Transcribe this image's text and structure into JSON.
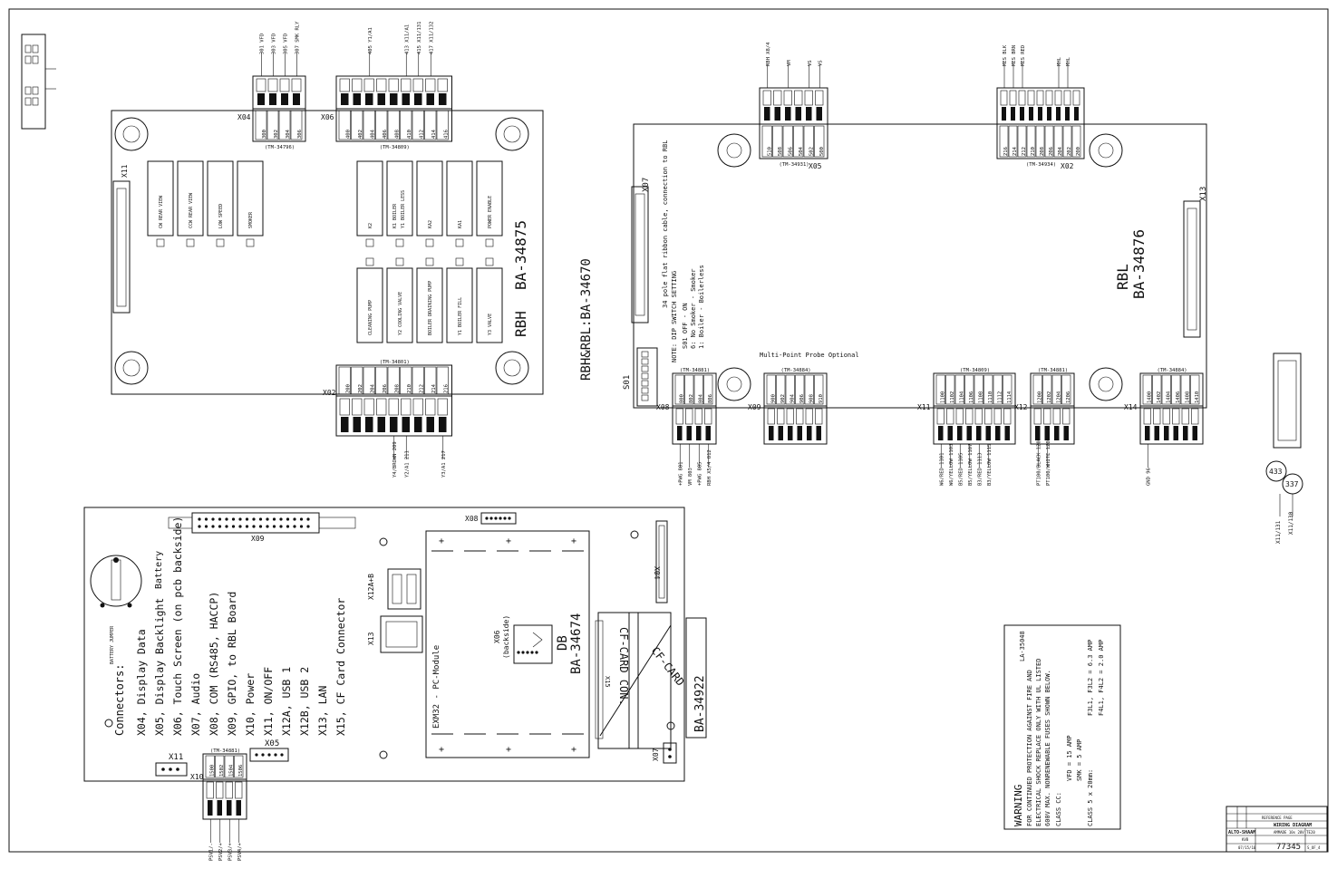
{
  "rbh": {
    "title": "RBH",
    "part": "BA-34875",
    "x04_pins": [
      "300",
      "302",
      "304",
      "306"
    ],
    "x04_signals": [
      "301",
      "303",
      "305",
      "307"
    ],
    "x04_labels": [
      "VFD",
      "VFD",
      "VFD",
      "SMK RLY"
    ],
    "x04_caption": "(TM-34796)",
    "x04_id": "X04",
    "x06_pins": [
      "400",
      "402",
      "404",
      "406",
      "408",
      "410",
      "412",
      "414",
      "416"
    ],
    "x06_signals": [
      "405",
      "413",
      "415",
      "417"
    ],
    "x06_labels": [
      "Y1/A1",
      "X11/A1",
      "X11/131",
      "X11/132"
    ],
    "x06_caption": "(TM-34809)",
    "x06_id": "X06",
    "x11_id": "X11",
    "relays_top": [
      "CW REAR VIEW",
      "CCW REAR VIEW",
      "LOW SPEED",
      "SMOKER",
      "K2",
      "K1 BOILER",
      "Y1 BOILER LESS",
      "KA2",
      "KA1",
      "POWER ENABLE"
    ],
    "relays_bottom": [
      "CLEANING PUMP",
      "Y2 COOLING VALVE",
      "BOILER DRAINING PUMP",
      "Y1 BOILER FILL",
      "Y3 VALVE"
    ],
    "x02_caption": "(TM-34801)",
    "x02_id": "X02",
    "x02_pins": [
      "200",
      "202",
      "204",
      "206",
      "208",
      "210",
      "212",
      "214",
      "216"
    ],
    "x02_signals": [
      "Y4/BROWN 209",
      "Y2/A1 211",
      "Y3/A1 217"
    ]
  },
  "cable_note": "RBH&RBL:BA-34670",
  "rbl": {
    "title": "RBL",
    "part": "BA-34876",
    "x05_id": "X05",
    "x05_caption": "(TM-34931)",
    "x05_pins": [
      "510",
      "508",
      "506",
      "504",
      "502",
      "500"
    ],
    "x05_labels": [
      "RBH X8/4",
      "VM",
      "VS",
      "VS"
    ],
    "x02_id": "X02",
    "x02_caption": "(TM-34934)",
    "x02_pins": [
      "216",
      "214",
      "212",
      "210",
      "208",
      "206",
      "204",
      "202",
      "200"
    ],
    "x02_labels": [
      "MES BLK",
      "MES BRN",
      "MES RED",
      "MHL",
      "MHL"
    ],
    "x07_id": "X07",
    "x13_id": "X13",
    "ribbon_note": "34 pole flat ribbon cable, connection to RBL",
    "dip_note": "NOTE: DIP SWITCH SETTING",
    "dip_lines": [
      "S01 OFF - ON",
      "6: No Smoker - Smoker",
      "1: Boiler - Boilerless"
    ],
    "s01_id": "S01",
    "probe_note": "Multi-Point Probe Optional",
    "bottom_connectors": [
      {
        "id": "X08",
        "caption": "(TM-34881)",
        "pins": [
          "800",
          "802",
          "804",
          "806"
        ],
        "labels": [
          "801",
          "803",
          "805",
          "812"
        ],
        "wires": [
          "+PWG",
          "VM",
          "+PWG",
          "RBH X5/4"
        ]
      },
      {
        "id": "X09",
        "caption": "(TM-34884)",
        "pins": [
          "900",
          "902",
          "904",
          "906",
          "908",
          "910"
        ],
        "labels": [],
        "wires": []
      },
      {
        "id": "X11",
        "caption": "(TM-34809)",
        "pins": [
          "1100",
          "1102",
          "1104",
          "1106",
          "1108",
          "1110",
          "1112",
          "1114"
        ],
        "labels": [
          "1101",
          "1103",
          "1105",
          "1107",
          "1113",
          "1115"
        ],
        "wires": [
          "W6/RED",
          "W6/YELLOW",
          "B5/RED",
          "B5/YELLOW",
          "B3/RED",
          "B3/YELLOW"
        ]
      },
      {
        "id": "X12",
        "caption": "(TM-34881)",
        "pins": [
          "1200",
          "1202",
          "1204",
          "1206"
        ],
        "labels": [
          "1205",
          "1207"
        ],
        "wires": [
          "PT100/BLACK",
          "PT100/WHITE"
        ]
      },
      {
        "id": "X14",
        "caption": "(TM-34884)",
        "pins": [
          "1400",
          "1402",
          "1404",
          "1406",
          "1408",
          "1410"
        ],
        "labels": [
          "96"
        ],
        "wires": [
          "GND"
        ]
      }
    ]
  },
  "right_part": {
    "circle1": "433",
    "circle2": "337",
    "wire1": "X11/131",
    "wire2": "X11/130"
  },
  "db": {
    "part_db": "DB",
    "part": "BA-34674",
    "x08": "X08",
    "x09": "X09",
    "x04": "X04",
    "x07": "X07",
    "x11": "X11",
    "x10": "X10",
    "x05": "X05",
    "x12": "X12A+B",
    "x13": "X13",
    "x06": "X06",
    "x06_note": "(backside)",
    "exm": "EXM32 - PC-Module",
    "x15": "X15",
    "cf_con": "CF-CARD CON.",
    "cf_card": "CF-CARD",
    "cf_part": "BA-34922",
    "battery": "Battery",
    "battery_jumper": "BATTERY JUMPER",
    "x10_caption": "(TM-34881)",
    "x10_pins": [
      "1500",
      "1502",
      "1504",
      "1506"
    ],
    "x10_wires": [
      "PSV1/-",
      "PSV2/+",
      "PSV3/+",
      "PSV4/+"
    ],
    "connectors_title": "Connectors:",
    "connectors": [
      "X04, Display Data",
      "X05, Display Backlight",
      "X06, Touch Screen (on pcb backside)",
      "X07, Audio",
      "X08, COM (RS485, HACCP)",
      "X09, GPIO, to RBL Board",
      "X10, Power",
      "X11, ON/OFF",
      "X12A, USB 1",
      "X12B, USB 2",
      "X13, LAN",
      "X15, CF Card Connector"
    ]
  },
  "warning": {
    "code": "LA-35048",
    "title": "WARNING",
    "lines": [
      "FOR CONTINUED PROTECTION AGAINST FIRE AND",
      "ELECTRICAL SHOCK REPLACE ONLY WITH UL LISTED",
      "600V MAX. NONRENEWABLE FUSES SHOWN BELOW.",
      "CLASS CC:",
      "VFD = 15 AMP",
      "SMK = 5 AMP",
      "CLASS 5 x 20mm:",
      "F3L1, F3L2 = 6.3 AMP",
      "F4L1, F4L2 = 2.0 AMP"
    ]
  },
  "title_block": {
    "company": "ALTO-SHAAM",
    "title": "WIRING DIAGRAM",
    "subtitle": "AMMADE 10x 20V TE20",
    "drawing_no": "77345",
    "sheet": "S_OF_4",
    "date": "07/15/10",
    "by": "KVB",
    "ref": "REFERENCE PAGE"
  }
}
